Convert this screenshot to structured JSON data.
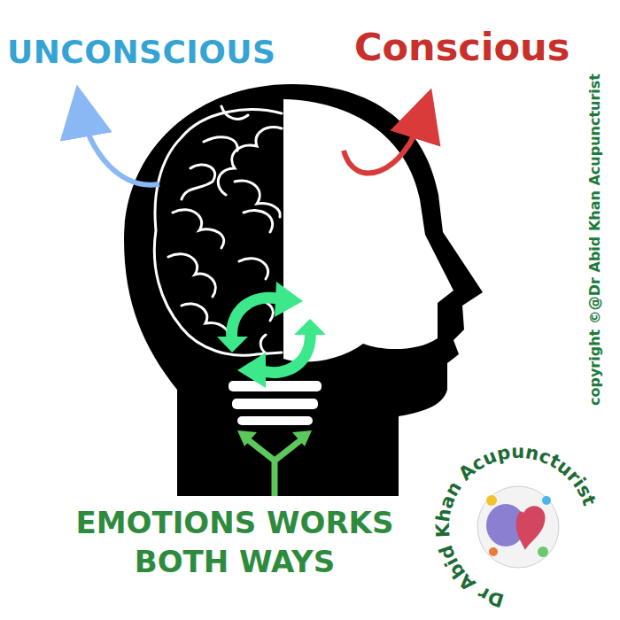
{
  "diagram": {
    "labels": [
      "UNCONSCIOUS",
      "Conscious",
      "EMOTIONS WORKS BOTH WAYS",
      "copyright ©@Dr Abid Khan Acupuncturist",
      "Dr Abid Khan Acupuncturist"
    ]
  }
}
